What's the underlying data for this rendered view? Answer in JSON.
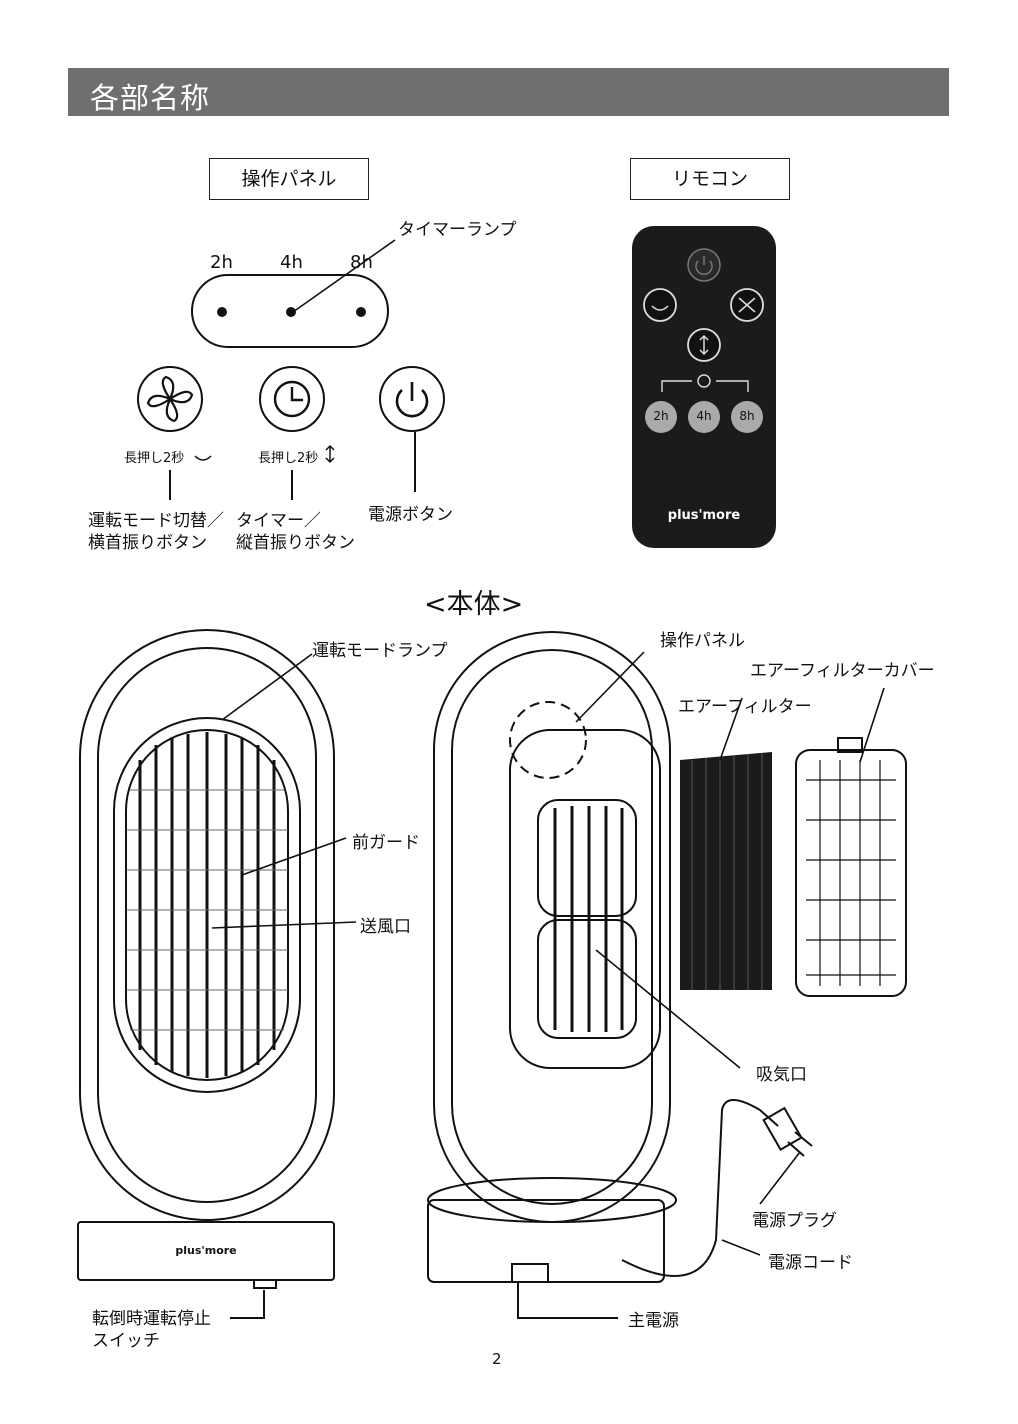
{
  "header": {
    "title": "各部名称"
  },
  "panel": {
    "title": "操作パネル",
    "timer_lamp": "タイマーランプ",
    "hours": [
      "2h",
      "4h",
      "8h"
    ],
    "long_press_1": "長押し2秒",
    "long_press_2": "長押し2秒",
    "mode_label_line1": "運転モード切替／",
    "mode_label_line2": "横首振りボタン",
    "timer_label_line1": "タイマー／",
    "timer_label_line2": "縦首振りボタン",
    "power_label": "電源ボタン"
  },
  "remote": {
    "title": "リモコン",
    "hours": [
      "2h",
      "4h",
      "8h"
    ],
    "brand": "plus'more"
  },
  "body": {
    "title": "<本体>",
    "mode_lamp": "運転モードランプ",
    "front_guard": "前ガード",
    "outlet": "送風口",
    "brand": "plus'more",
    "tip_switch_line1": "転倒時運転停止",
    "tip_switch_line2": "スイッチ",
    "panel": "操作パネル",
    "filter_cover": "エアーフィルターカバー",
    "filter": "エアーフィルター",
    "inlet": "吸気口",
    "plug": "電源プラグ",
    "cord": "電源コード",
    "main_power": "主電源"
  },
  "page_number": "2"
}
